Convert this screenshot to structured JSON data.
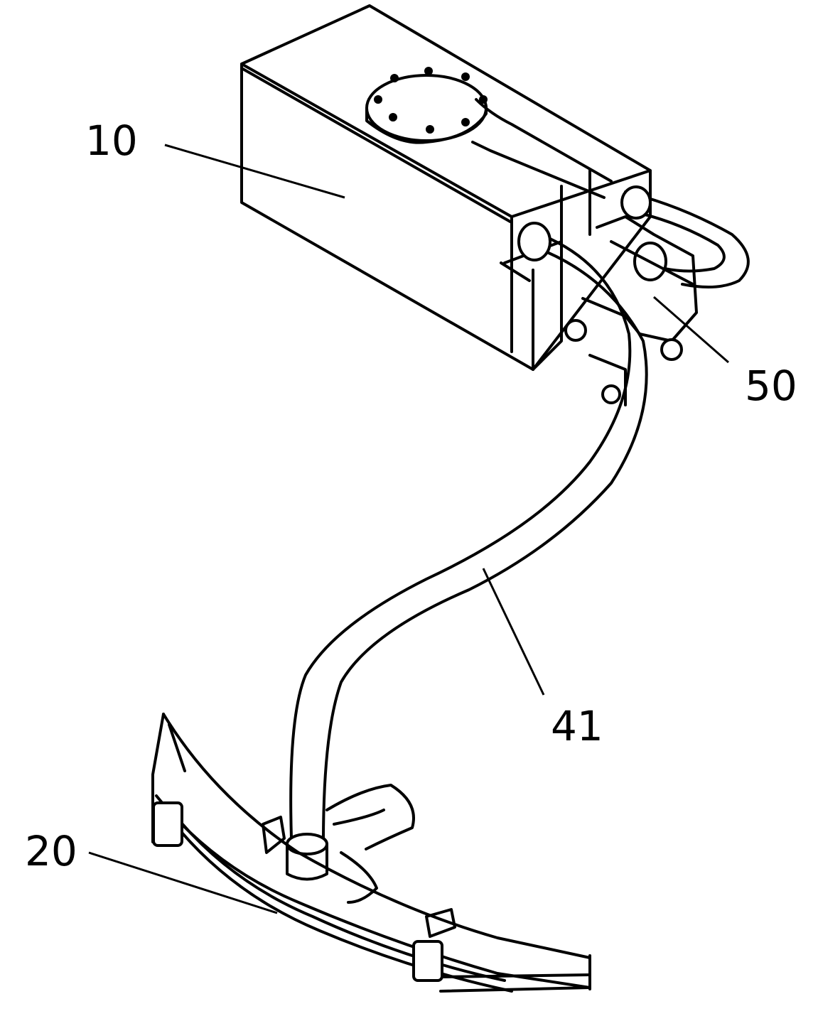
{
  "labels": {
    "tank": "10",
    "pump": "50",
    "pipe": "41",
    "nozzle_bar": "20"
  },
  "colors": {
    "line": "#000000",
    "background": "#ffffff"
  }
}
